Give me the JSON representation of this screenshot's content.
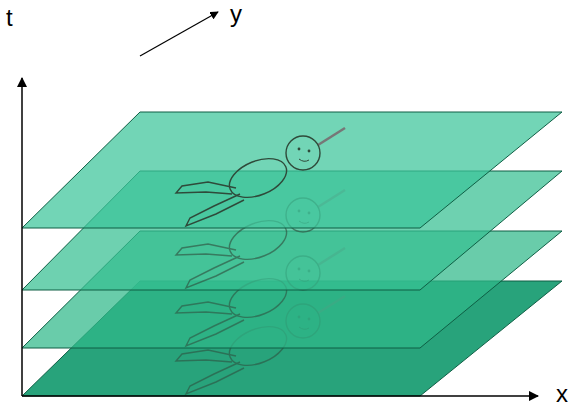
{
  "diagram": {
    "labels": [
      "t",
      "y",
      "x"
    ]
  }
}
